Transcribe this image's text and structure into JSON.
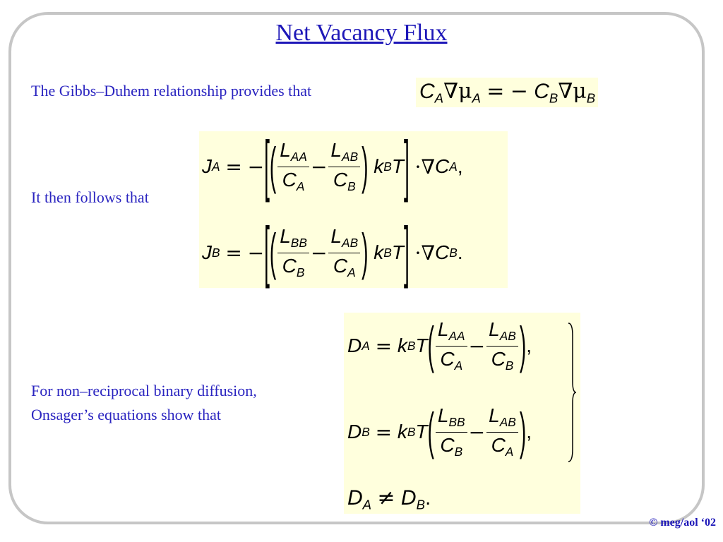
{
  "title": "Net Vacancy Flux",
  "text": {
    "gibbs": "The Gibbs–Duhem relationship provides that",
    "follows": "It then follows that",
    "nonrecip_line1": "For non–reciprocal binary diffusion,",
    "nonrecip_line2": "Onsager’s equations show that"
  },
  "equations": {
    "gibbs_duhem": "C_A∇μ_A = −C_B∇μ_B",
    "flux_A": "J_A = −[(L_AA/C_A − L_AB/C_B) k_B T] · ∇C_A,",
    "flux_B": "J_B = −[(L_BB/C_B − L_AB/C_A) k_B T] · ∇C_B.",
    "diff_A": "D_A = k_B T (L_AA/C_A − L_AB/C_B),",
    "diff_B": "D_B = k_B T (L_BB/C_B − L_AB/C_A),",
    "diff_neq": "D_A ≠ D_B."
  },
  "copyright": "© meg/aol ‘02",
  "colors": {
    "text_blue": "#2a24c0",
    "title_blue": "#1d17b8",
    "equation_box": "#ffffdd",
    "frame": "#c6c6c6"
  }
}
